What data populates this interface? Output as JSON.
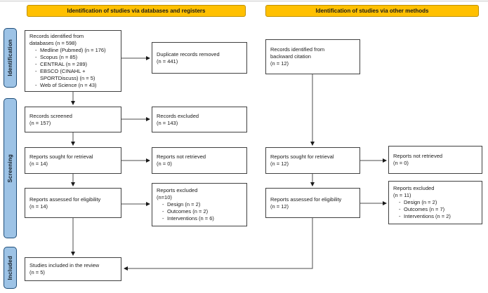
{
  "figure": {
    "type": "prisma-flow-diagram"
  },
  "colors": {
    "headerFill": "#FFC000",
    "headerBorder": "#BF9000",
    "headerText": "#1a1a1a",
    "sidebarFill": "#9DC3E6",
    "sidebarBorder": "#1F4E79",
    "boxBorder": "#404040",
    "lineColor": "#4d4d4d",
    "arrowColor": "#1a1a1a",
    "background": "#ffffff"
  },
  "marks": {
    "dash": "-"
  },
  "headers": {
    "left": "Identification of studies via databases and registers",
    "right": "Identification of studies via other methods"
  },
  "sidebar": {
    "labels": [
      {
        "text": "Identification"
      },
      {
        "text": "Screening"
      },
      {
        "text": "Included"
      }
    ]
  },
  "boxes": {
    "dbIdentified": {
      "lines": [
        "Records identified from",
        "databases (n = 598)"
      ],
      "items": [
        "Medline (Pubmed) (n = 176)",
        "Scopus (n = 85)",
        "CENTRAL (n = 289)",
        "EBSCO (CINAHL + SPORTDiscuss) (n = 5)",
        "Web of Science (n = 43)"
      ]
    },
    "duplicatesRemoved": {
      "lines": [
        "Duplicate records removed",
        "(n = 441)"
      ]
    },
    "backwardCitation": {
      "lines": [
        "Records identified from",
        "backward citation",
        "(n = 12)"
      ]
    },
    "recordsScreened": {
      "lines": [
        "Records screened",
        "(n = 157)"
      ]
    },
    "recordsExcluded": {
      "lines": [
        "Records excluded",
        "(n = 143)"
      ]
    },
    "soughtRetrievalDb": {
      "lines": [
        "Reports sought for retrieval",
        "(n = 14)"
      ]
    },
    "notRetrievedDb": {
      "lines": [
        "Reports not retrieved",
        "(n = 0)"
      ]
    },
    "soughtRetrievalOther": {
      "lines": [
        "Reports sought for retrieval",
        "(n = 12)"
      ]
    },
    "notRetrievedOther": {
      "lines": [
        "Reports not retrieved",
        "(n = 0)"
      ]
    },
    "assessedDb": {
      "lines": [
        "Reports assessed for eligibility",
        "(n = 14)"
      ]
    },
    "reportsExcludedDb": {
      "lines": [
        "Reports excluded",
        "(n=10)"
      ],
      "items": [
        "Design (n = 2)",
        "Outcomes (n = 2)",
        "Interventions (n = 6)"
      ]
    },
    "assessedOther": {
      "lines": [
        "Reports assessed for eligibility",
        "(n = 12)"
      ]
    },
    "reportsExcludedOther": {
      "lines": [
        "Reports excluded",
        "(n = 11)"
      ],
      "items": [
        "Design (n = 2)",
        "Outcomes (n = 7)",
        "Interventions (n = 2)"
      ]
    },
    "included": {
      "lines": [
        "Studies included in the review",
        "(n = 5)"
      ]
    }
  }
}
